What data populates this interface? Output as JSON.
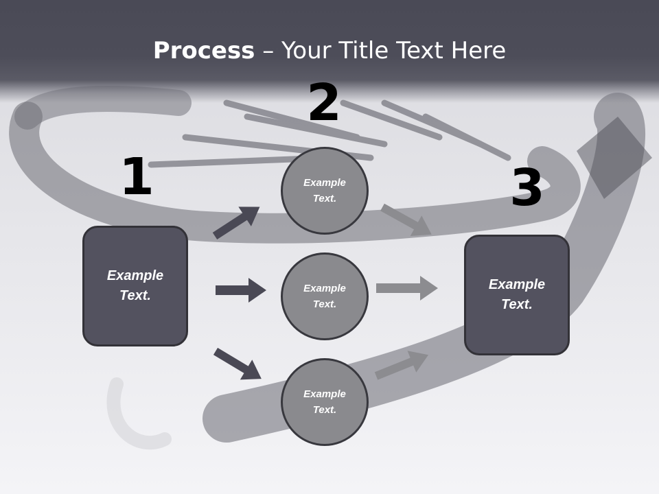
{
  "slide": {
    "title_bold": "Process",
    "title_rest": " – Your Title Text Here"
  },
  "steps": [
    {
      "number": "1",
      "text": "Example Text."
    },
    {
      "number": "2",
      "items": [
        "Example Text.",
        "Example Text.",
        "Example Text."
      ]
    },
    {
      "number": "3",
      "text": "Example Text."
    }
  ],
  "colors": {
    "header": "#4a4a56",
    "box_fill": "#53525f",
    "circle_fill": "#8a8a8e",
    "dark_arrow": "#4a4955",
    "light_arrow": "#8c8c90"
  }
}
